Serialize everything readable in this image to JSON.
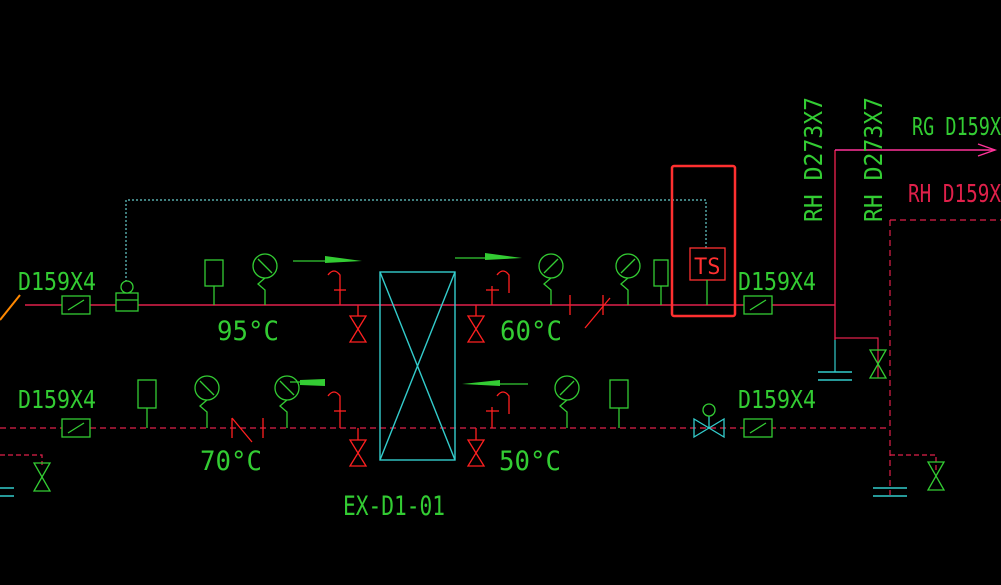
{
  "labels": {
    "pipe_top_left": "D159X4",
    "pipe_bottom_left": "D159X4",
    "pipe_top_right": "D159X4",
    "pipe_bottom_right": "D159X4",
    "temp_supply_in": "95°C",
    "temp_supply_out": "60°C",
    "temp_return_in": "70°C",
    "temp_return_out": "50°C",
    "exchanger_tag": "EX-D1-01",
    "sensor_tag": "TS",
    "vertical_rh_1": "RH D273X7",
    "vertical_rh_2": "RH D273X7",
    "outlet_rg": "RG D159X",
    "outlet_rh": "RH D159X"
  },
  "colors": {
    "background": "#000000",
    "supply_line": "#e0204a",
    "return_line": "#e0204a",
    "symbol": "#33cc33",
    "exchanger": "#33cccc",
    "signal_line": "#66cccc",
    "valve": "#ff2020",
    "highlight_box": "#ff3030",
    "outlet_arrow": "#ff3399"
  }
}
